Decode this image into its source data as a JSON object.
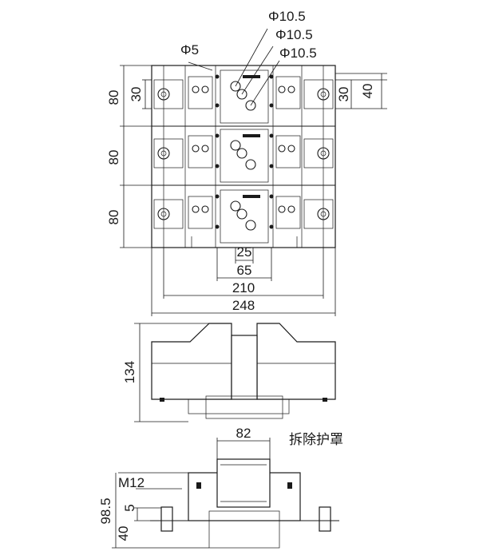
{
  "top_view": {
    "hole_large_1": "Φ10.5",
    "hole_large_2": "Φ10.5",
    "hole_large_3": "Φ10.5",
    "hole_small": "Φ5",
    "pitch_left_1": "80",
    "pitch_left_2": "80",
    "pitch_left_3": "80",
    "inner_left": "30",
    "inner_right": "30",
    "outer_right": "40",
    "width_25": "25",
    "width_65": "65",
    "width_210": "210",
    "width_248": "248"
  },
  "front_view": {
    "height": "134"
  },
  "side_view": {
    "cover_width": "82",
    "cover_note": "拆除护罩",
    "thread": "M12",
    "total_height": "98.5",
    "dim_5": "5",
    "dim_40": "40"
  }
}
